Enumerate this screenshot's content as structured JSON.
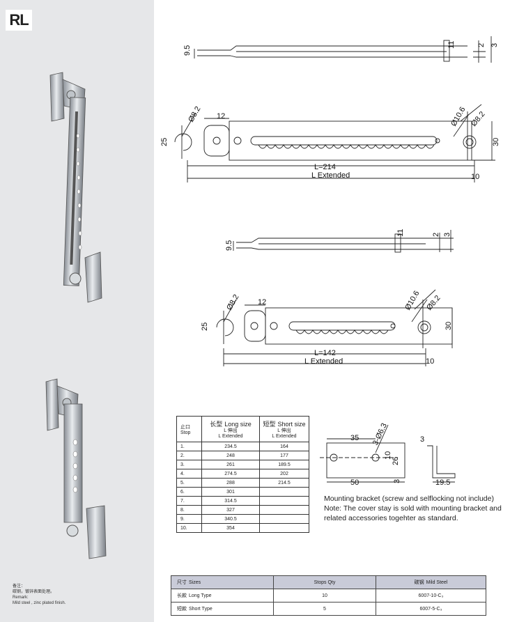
{
  "header": {
    "badge": "RL"
  },
  "remark": {
    "cn_label": "备注：",
    "cn_text": "碳钢，镀锌表面处理。",
    "en_label": "Remark:",
    "en_text": "Mild steel , zinc plated finish."
  },
  "drawings": {
    "long": {
      "side": {
        "d_9_5": "9.5",
        "d_11": "11",
        "d_2": "2",
        "d_3": "3"
      },
      "top": {
        "d_8_2_left": "Ø8.2",
        "d_12": "12",
        "d_25": "25",
        "d_10_6": "Ø10.6",
        "d_8_2_right": "Ø8.2",
        "d_30": "30",
        "d_L": "L=214",
        "d_L_ext": "L Extended",
        "d_10": "10"
      }
    },
    "short": {
      "side": {
        "d_9_5": "9.5",
        "d_11": "11",
        "d_2": "2",
        "d_3": "3"
      },
      "top": {
        "d_8_2_left": "Ø8.2",
        "d_12": "12",
        "d_25": "25",
        "d_10_6": "Ø10.6",
        "d_8_2_right": "Ø8.2",
        "d_30": "30",
        "d_L": "L=142",
        "d_L_ext": "L Extended",
        "d_10": "10"
      }
    },
    "bracket": {
      "d_35": "35",
      "d_6_3": "3-Ø6.3",
      "d_10": "10",
      "d_26": "26",
      "d_50": "50",
      "d_3": "3",
      "d_3_side": "3",
      "d_19_5": "19.5"
    }
  },
  "stop_table": {
    "headers": {
      "stop_cn": "止口",
      "stop_en": "Stop",
      "long_cn": "长型",
      "long_en": "Long size",
      "long_sub_cn": "L 伸出",
      "long_sub_en": "L Extended",
      "short_cn": "短型",
      "short_en": "Short size",
      "short_sub_cn": "L 伸出",
      "short_sub_en": "L Extended"
    },
    "rows": [
      {
        "stop": "1.",
        "long": "234.5",
        "short": "164"
      },
      {
        "stop": "2.",
        "long": "248",
        "short": "177"
      },
      {
        "stop": "3.",
        "long": "261",
        "short": "189.5"
      },
      {
        "stop": "4.",
        "long": "274.5",
        "short": "202"
      },
      {
        "stop": "5.",
        "long": "288",
        "short": "214.5"
      },
      {
        "stop": "6.",
        "long": "301",
        "short": ""
      },
      {
        "stop": "7.",
        "long": "314.5",
        "short": ""
      },
      {
        "stop": "8.",
        "long": "327",
        "short": ""
      },
      {
        "stop": "9.",
        "long": "340.5",
        "short": ""
      },
      {
        "stop": "10.",
        "long": "354",
        "short": ""
      }
    ]
  },
  "note": {
    "line1": "Mounting bracket (screw and selflocking not include)",
    "line2": "Note:  The cover stay is sold with mounting bracket and related accessories togehter as standard."
  },
  "spec_table": {
    "head": {
      "size_cn": "尺寸",
      "size_en": "Sizes",
      "qty": "Stops Qty",
      "mat_cn": "碳钢",
      "mat_en": "Mild Steel"
    },
    "rows": [
      {
        "size_cn": "长款",
        "size_en": "Long Type",
        "qty": "10",
        "code": "6007-10-C₃"
      },
      {
        "size_cn": "短款",
        "size_en": "Short Type",
        "qty": "5",
        "code": "6007-5-C₃"
      }
    ]
  }
}
